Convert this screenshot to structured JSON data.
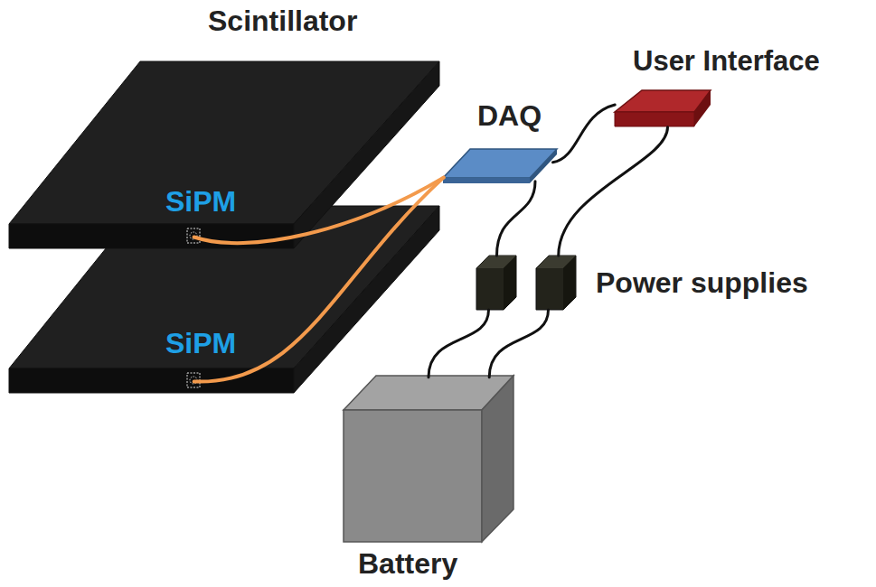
{
  "diagram": {
    "nodes": [
      {
        "text": [
          "Scintillator",
          "SiPM"
        ]
      },
      {
        "text": [
          "SiPM"
        ]
      },
      {
        "text": [
          "DAQ"
        ]
      },
      {
        "text": [
          "User Interface"
        ]
      },
      {
        "text": []
      },
      {
        "text": [
          "Power supplies"
        ]
      },
      {
        "text": [
          "Battery"
        ]
      }
    ],
    "edges": [
      {
        "from": 0,
        "to": 2,
        "arrow": "none"
      },
      {
        "from": 1,
        "to": 2,
        "arrow": "none"
      },
      {
        "from": 2,
        "to": 3,
        "arrow": "none"
      },
      {
        "from": 4,
        "to": 2,
        "arrow": "none"
      },
      {
        "from": 5,
        "to": 3,
        "arrow": "none"
      },
      {
        "from": 6,
        "to": 4,
        "arrow": "none"
      },
      {
        "from": 6,
        "to": 5,
        "arrow": "none"
      }
    ]
  }
}
